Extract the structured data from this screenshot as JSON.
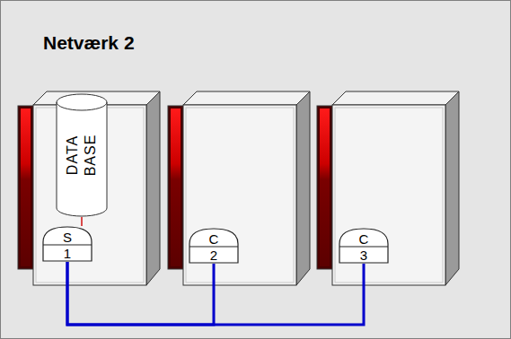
{
  "diagram": {
    "title": "Netværk 2",
    "nodes": [
      {
        "text": [
          "DATA BASE"
        ]
      },
      {
        "text": [
          "S",
          "1"
        ]
      },
      {
        "text": [
          "C",
          "2"
        ]
      },
      {
        "text": [
          "C",
          "3"
        ]
      }
    ],
    "edges": [
      {
        "from": 0,
        "to": 1,
        "arrow": "none"
      },
      {
        "from": 1,
        "to": 2,
        "arrow": "none"
      },
      {
        "from": 1,
        "to": 3,
        "arrow": "none"
      }
    ]
  }
}
